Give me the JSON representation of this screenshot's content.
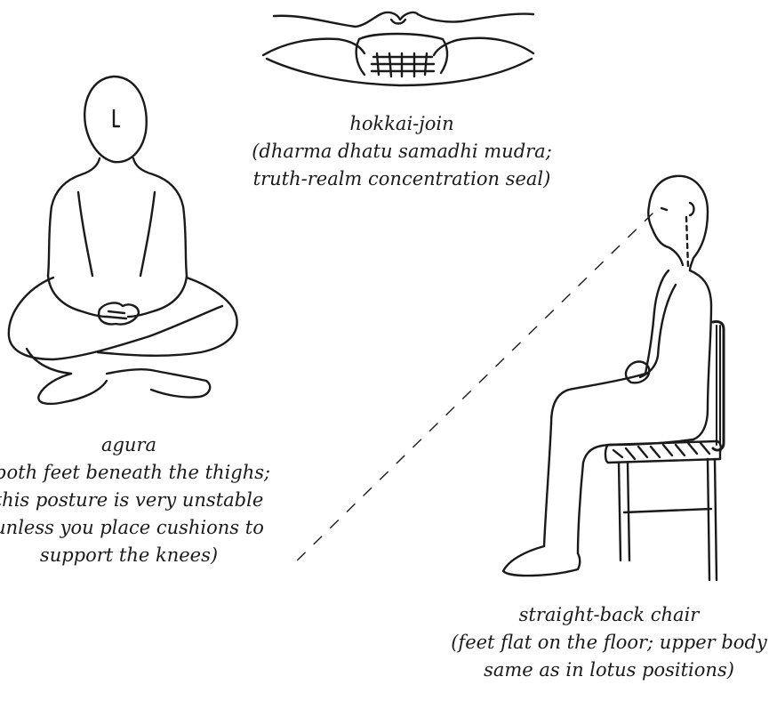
{
  "figures": {
    "hokkai": {
      "lines": [
        "hokkai-join",
        "(dharma dhatu samadhi mudra;",
        "truth-realm concentration seal)"
      ]
    },
    "agura": {
      "lines": [
        "agura",
        "(both feet beneath the thighs;",
        "this posture is very unstable",
        "unless you place cushions to",
        "support the knees)"
      ]
    },
    "chair": {
      "lines": [
        "straight-back chair",
        "(feet flat on the floor; upper body",
        "same as in lotus positions)"
      ]
    }
  },
  "colors": {
    "ink": "#1a1a1a",
    "paper": "#ffffff"
  }
}
